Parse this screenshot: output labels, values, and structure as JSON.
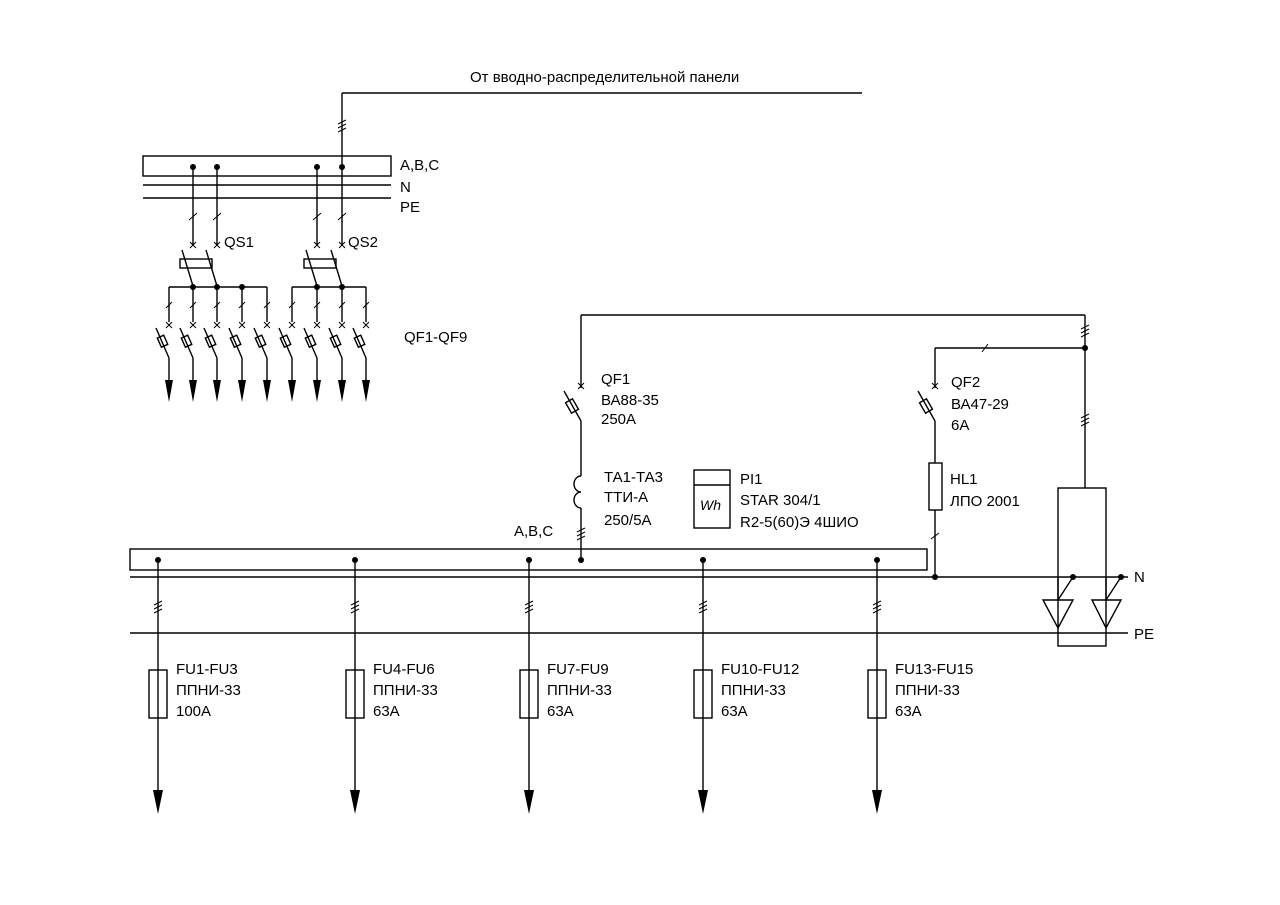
{
  "header": {
    "source_label": "От вводно-распределительной панели"
  },
  "upper_panel": {
    "bus_label": "A,B,C",
    "n_label": "N",
    "pe_label": "PE",
    "switches": [
      "QS1",
      "QS2"
    ],
    "breakers_label": "QF1-QF9"
  },
  "main_breaker": {
    "name": "QF1",
    "type": "ВА88-35",
    "rating": "250А"
  },
  "current_transformers": {
    "name": "ТА1-ТА3",
    "type": "ТТИ-А",
    "ratio": "250/5А"
  },
  "meter": {
    "name": "PI1",
    "model": "STAR 304/1",
    "variant": "R2-5(60)Э 4ШИО",
    "symbol": "Wh"
  },
  "aux_breaker": {
    "name": "QF2",
    "type": "ВА47-29",
    "rating": "6А"
  },
  "indicator": {
    "name": "HL1",
    "type": "ЛПО 2001"
  },
  "lower_panel": {
    "bus_label": "A,B,C",
    "n_label": "N",
    "pe_label": "PE"
  },
  "fuses": [
    {
      "name": "FU1-FU3",
      "type": "ППНИ-33",
      "rating": "100А"
    },
    {
      "name": "FU4-FU6",
      "type": "ППНИ-33",
      "rating": "63А"
    },
    {
      "name": "FU7-FU9",
      "type": "ППНИ-33",
      "rating": "63А"
    },
    {
      "name": "FU10-FU12",
      "type": "ППНИ-33",
      "rating": "63А"
    },
    {
      "name": "FU13-FU15",
      "type": "ППНИ-33",
      "rating": "63А"
    }
  ]
}
